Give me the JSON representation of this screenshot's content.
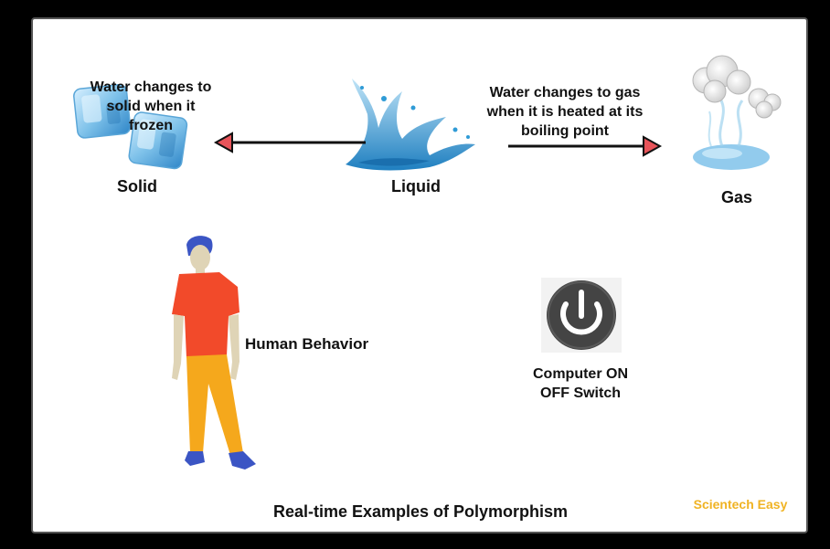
{
  "diagram": {
    "title": "Real-time Examples of Polymorphism",
    "brand": "Scientech Easy",
    "water": {
      "solid_label": "Solid",
      "liquid_label": "Liquid",
      "gas_label": "Gas",
      "to_solid_caption": "Water changes to\nsolid when it\nfrozen",
      "to_gas_caption": "Water changes to gas\nwhen it is heated at its\nboiling point"
    },
    "human": {
      "label": "Human Behavior"
    },
    "computer": {
      "label": "Computer ON\nOFF Switch"
    }
  },
  "colors": {
    "background": "#000000",
    "panel": "#ffffff",
    "arrow_head": "#e8545a",
    "brand": "#f0b323",
    "shirt": "#f24a2a",
    "pants": "#f5a81c",
    "hair_shoes": "#3b55c4",
    "skin": "#dfd4b6",
    "power_button": "#444444",
    "ice": "#7fc2ea",
    "water": "#2f9bd6"
  },
  "icons": [
    "ice-cubes-icon",
    "water-splash-icon",
    "steam-cloud-icon",
    "person-icon",
    "power-button-icon"
  ]
}
